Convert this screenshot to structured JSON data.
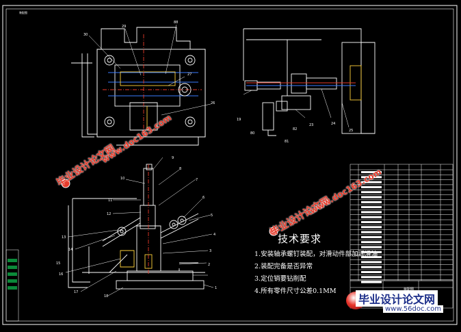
{
  "drawing": {
    "frame_title": "装配图",
    "part_labels_top_left": [
      "30",
      "29",
      "88",
      "27",
      "26"
    ],
    "part_labels_top_right": [
      "19",
      "82",
      "23",
      "24",
      "25",
      "81",
      "80"
    ],
    "part_labels_bottom": [
      "9",
      "8",
      "7",
      "10",
      "11",
      "12",
      "6",
      "5",
      "13",
      "14",
      "15",
      "16",
      "17",
      "18",
      "4",
      "3",
      "2",
      "1"
    ]
  },
  "technical_requirements": {
    "title": "技术要求",
    "items": [
      "1.安装轴承螺钉装配，对滑动件部加润滑油",
      "2.装配完备是否异常",
      "3.定位销要钻削配",
      "4.所有零件尺寸公差0.1MM"
    ]
  },
  "watermarks": {
    "site_cn": "毕业设计论文网",
    "site_url": "www.doc163.com",
    "footer_cn": "毕业设计论文网",
    "footer_url": "www.56doc.com"
  },
  "colors": {
    "background": "#000000",
    "line_white": "#ffffff",
    "line_red": "#e53a2a",
    "line_blue": "#3a7bff",
    "line_yellow": "#ffd23a",
    "line_green": "#33cc55"
  }
}
